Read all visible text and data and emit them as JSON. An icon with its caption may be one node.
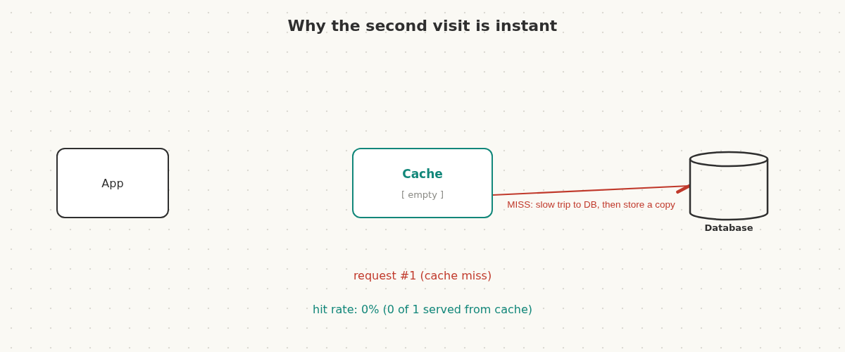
{
  "diagram": {
    "title": "Why the second visit is instant",
    "nodes": [
      {
        "text": [
          "App"
        ]
      },
      {
        "text": [
          "Cache",
          "[ empty ]"
        ]
      },
      {
        "text": [
          "Database"
        ]
      }
    ],
    "edges": [
      {
        "from": 1,
        "to": 2,
        "arrow": "other",
        "label": "MISS: slow trip to DB, then store a copy",
        "color": "#c0392b"
      }
    ],
    "labels": [
      "request #1 (cache miss)",
      "hit rate: 0% (0 of 1 served from cache)"
    ]
  }
}
